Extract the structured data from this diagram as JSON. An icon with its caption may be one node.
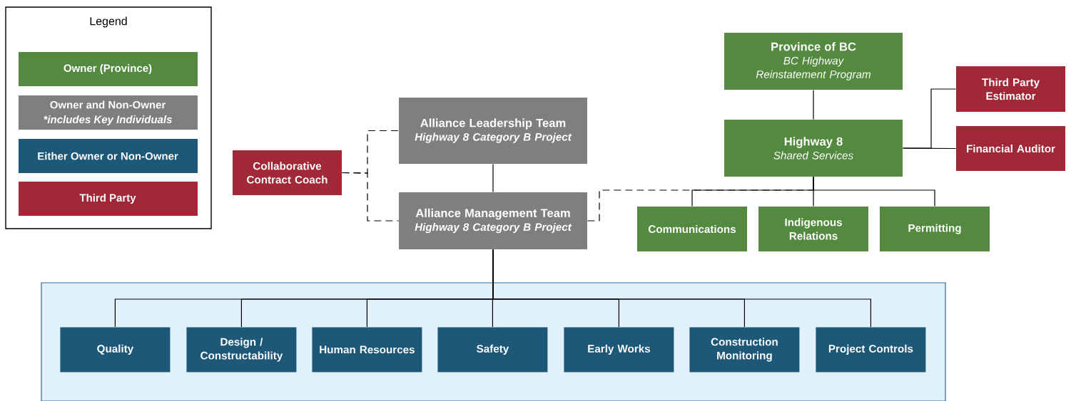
{
  "diagram": {
    "nodes": [
      {
        "text": [
          "Province of BC",
          "BC Highway Reinstatement Program"
        ]
      },
      {
        "text": [
          "Third Party Estimator"
        ]
      },
      {
        "text": [
          "Alliance Leadership Team",
          "Highway 8 Category B Project"
        ]
      },
      {
        "text": [
          "Collaborative Contract Coach"
        ]
      },
      {
        "text": [
          "Highway 8",
          "Shared Services"
        ]
      },
      {
        "text": [
          "Financial Auditor"
        ]
      },
      {
        "text": [
          "Alliance Management Team",
          "Highway 8 Category B Project"
        ]
      },
      {
        "text": [
          "Communications"
        ]
      },
      {
        "text": [
          "Indigenous Relations"
        ]
      },
      {
        "text": [
          "Permitting"
        ]
      },
      {
        "text": [],
        "shape": "box"
      },
      {
        "text": [
          "Quality"
        ],
        "in": 10
      },
      {
        "text": [
          "Design / Constructability"
        ],
        "in": 10
      },
      {
        "text": [
          "Human Resources"
        ],
        "in": 10
      },
      {
        "text": [
          "Safety"
        ],
        "in": 10
      },
      {
        "text": [
          "Early Works"
        ],
        "in": 10
      },
      {
        "text": [
          "Construction Monitoring"
        ],
        "in": 10
      },
      {
        "text": [
          "Project Controls"
        ],
        "in": 10
      }
    ],
    "edges": [
      {
        "from": 0,
        "to": 4,
        "arrow": "none"
      },
      {
        "from": 4,
        "to": 1,
        "arrow": "none"
      },
      {
        "from": 4,
        "to": 5,
        "arrow": "none"
      },
      {
        "from": 3,
        "to": 2,
        "arrow": "none",
        "style": "dashed"
      },
      {
        "from": 3,
        "to": 6,
        "arrow": "none",
        "style": "dashed"
      },
      {
        "from": 2,
        "to": 6,
        "arrow": "none"
      },
      {
        "from": 6,
        "to": 4,
        "arrow": "none",
        "style": "dashed"
      },
      {
        "from": 4,
        "to": 7,
        "arrow": "none"
      },
      {
        "from": 4,
        "to": 8,
        "arrow": "none"
      },
      {
        "from": 4,
        "to": 9,
        "arrow": "none"
      },
      {
        "from": 6,
        "to": 11,
        "arrow": "none"
      },
      {
        "from": 6,
        "to": 12,
        "arrow": "none"
      },
      {
        "from": 6,
        "to": 13,
        "arrow": "none"
      },
      {
        "from": 6,
        "to": 14,
        "arrow": "none"
      },
      {
        "from": 6,
        "to": 15,
        "arrow": "none"
      },
      {
        "from": 6,
        "to": 16,
        "arrow": "none"
      },
      {
        "from": 6,
        "to": 17,
        "arrow": "none"
      }
    ],
    "labels": [
      "Legend",
      "*includes Key Individuals"
    ],
    "legend": [
      {
        "text": "Owner (Province)",
        "color": "#538a3f"
      },
      {
        "text": "Owner and Non-Owner",
        "color": "#7f7f7f"
      },
      {
        "text": "Either Owner or Non-Owner",
        "color": "#1e5878"
      },
      {
        "text": "Third Party",
        "color": "#a12836"
      }
    ]
  }
}
